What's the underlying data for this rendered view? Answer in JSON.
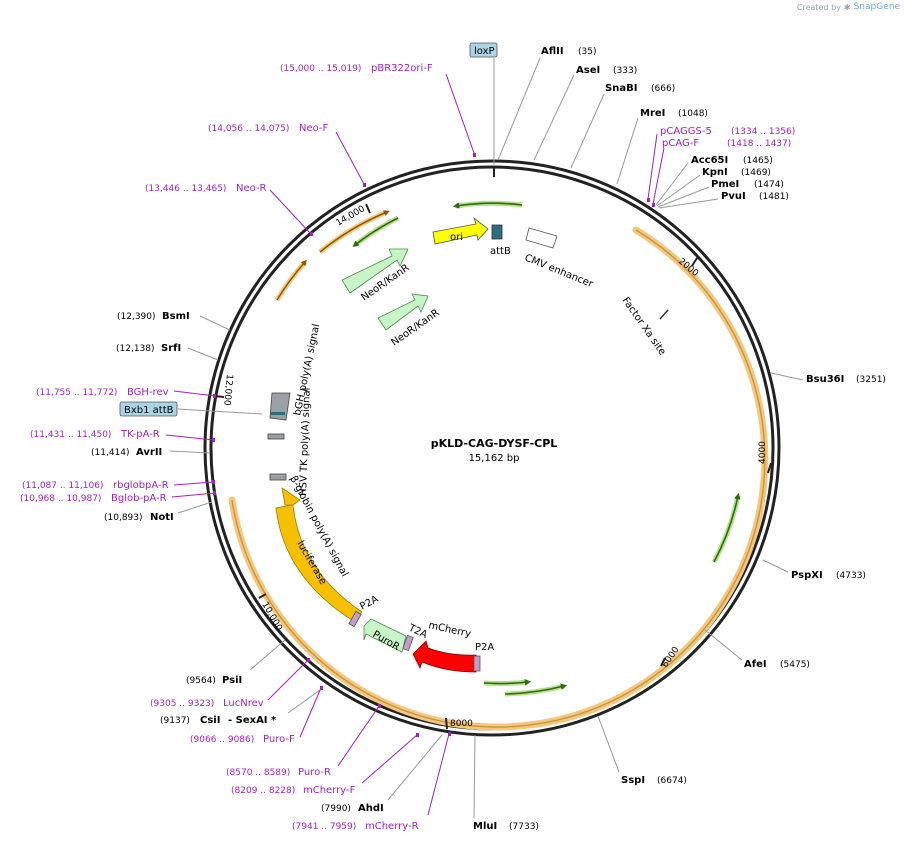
{
  "credit": {
    "prefix": "Created by",
    "brand": "SnapGene"
  },
  "plasmid": {
    "name": "pKLD-CAG-DYSF-CPL",
    "length_label": "15,162 bp"
  },
  "ticks": [
    "2000",
    "4000",
    "6000",
    "8000",
    "10,000",
    "12,000",
    "14,000"
  ],
  "enzymes": [
    {
      "name": "AflII",
      "pos": "(35)"
    },
    {
      "name": "AseI",
      "pos": "(333)"
    },
    {
      "name": "SnaBI",
      "pos": "(666)"
    },
    {
      "name": "MreI",
      "pos": "(1048)"
    },
    {
      "name": "Acc65I",
      "pos": "(1465)"
    },
    {
      "name": "KpnI",
      "pos": "(1469)"
    },
    {
      "name": "PmeI",
      "pos": "(1474)"
    },
    {
      "name": "PvuI",
      "pos": "(1481)"
    },
    {
      "name": "Bsu36I",
      "pos": "(3251)"
    },
    {
      "name": "PspXI",
      "pos": "(4733)"
    },
    {
      "name": "AfeI",
      "pos": "(5475)"
    },
    {
      "name": "SspI",
      "pos": "(6674)"
    },
    {
      "name": "MluI",
      "pos": "(7733)"
    },
    {
      "name": "AhdI",
      "pos": "(7990)"
    },
    {
      "name": "CsiI",
      "pos": "(9137)",
      "extra": "- SexAI *"
    },
    {
      "name": "PsiI",
      "pos": "(9564)"
    },
    {
      "name": "NotI",
      "pos": "(10,893)"
    },
    {
      "name": "AvrII",
      "pos": "(11,414)"
    },
    {
      "name": "SrfI",
      "pos": "(12,138)"
    },
    {
      "name": "BsmI",
      "pos": "(12,390)"
    }
  ],
  "primers": [
    {
      "name": "pBR322ori-F",
      "range": "(15,000 .. 15,019)"
    },
    {
      "name": "Neo-F",
      "range": "(14,056 .. 14,075)"
    },
    {
      "name": "Neo-R",
      "range": "(13,446 .. 13,465)"
    },
    {
      "name": "pCAGGS-5",
      "range": "(1334 .. 1356)"
    },
    {
      "name": "pCAG-F",
      "range": "(1418 .. 1437)"
    },
    {
      "name": "BGH-rev",
      "range": "(11,755 .. 11,772)"
    },
    {
      "name": "TK-pA-R",
      "range": "(11,431 .. 11,450)"
    },
    {
      "name": "rbglobpA-R",
      "range": "(11,087 .. 11,106)"
    },
    {
      "name": "Bglob-pA-R",
      "range": "(10,968 .. 10,987)"
    },
    {
      "name": "LucNrev",
      "range": "(9305 .. 9323)"
    },
    {
      "name": "Puro-F",
      "range": "(9066 .. 9086)"
    },
    {
      "name": "Puro-R",
      "range": "(8570 .. 8589)"
    },
    {
      "name": "mCherry-F",
      "range": "(8209 .. 8228)"
    },
    {
      "name": "mCherry-R",
      "range": "(7941 .. 7959)"
    }
  ],
  "boxed_features": [
    {
      "name": "loxP"
    },
    {
      "name": "Bxb1 attB"
    }
  ],
  "features": {
    "ori": "ori",
    "attB": "attB",
    "cmv": "CMV enhancer",
    "factor_xa": "Factor Xa site",
    "neo1": "NeoR/KanR",
    "neo2": "NeoR/KanR",
    "bgh": "bGH poly(A) signal",
    "tk": "HSV TK poly(A) signal",
    "bglobin": "β-globin poly(A) signal",
    "luciferase": "luciferase",
    "p2a_1": "P2A",
    "puror": "PuroR",
    "t2a": "T2A",
    "mcherry": "mCherry",
    "p2a_2": "P2A"
  },
  "colors": {
    "backbone": "#222222",
    "dysf_band": "#f5c77e",
    "green_arrow": "#5aa02c",
    "ori": "#ffff00",
    "neo": "#c8f5c8",
    "luciferase": "#f5c000",
    "mcherry": "#ff0000",
    "primer": "#a020c0",
    "loxp_box": "#a8d4e6"
  }
}
